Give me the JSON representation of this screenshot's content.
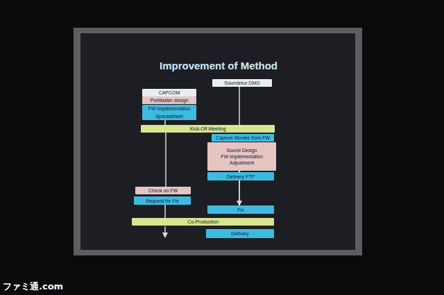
{
  "diagram": {
    "title": "Improvement of Method",
    "nodes": [
      {
        "text": [
          "CAPCOM"
        ]
      },
      {
        "text": [
          "Soundelux DMG"
        ]
      },
      {
        "text": [
          "PreMaster design"
        ]
      },
      {
        "text": [
          "FW Implementation"
        ]
      },
      {
        "text": [
          "Spreadsheet"
        ]
      },
      {
        "text": [
          "Kick-Off Meeting"
        ]
      },
      {
        "text": [
          "Capture Movies from FW"
        ]
      },
      {
        "text": [
          "Sound Design",
          "FW Implementation",
          "Adjustment"
        ]
      },
      {
        "text": [
          "Delivery FTP"
        ]
      },
      {
        "text": [
          "Check on FW"
        ]
      },
      {
        "text": [
          "Request for Fix"
        ]
      },
      {
        "text": [
          "Fix"
        ]
      },
      {
        "text": [
          "Co-Production"
        ]
      },
      {
        "text": [
          "Delivery"
        ]
      }
    ],
    "edges": [
      {
        "from": 4,
        "to": 5,
        "arrow": "none"
      },
      {
        "from": 1,
        "to": 5,
        "arrow": "none"
      },
      {
        "from": 5,
        "to": 9,
        "arrow": "none"
      },
      {
        "from": 10,
        "to": 12,
        "arrow": "none"
      },
      {
        "from": 8,
        "to": 11,
        "arrow": "to"
      },
      {
        "from": 11,
        "to": 7,
        "arrow": "to"
      }
    ],
    "labels": [
      "ファミ通.com"
    ]
  }
}
